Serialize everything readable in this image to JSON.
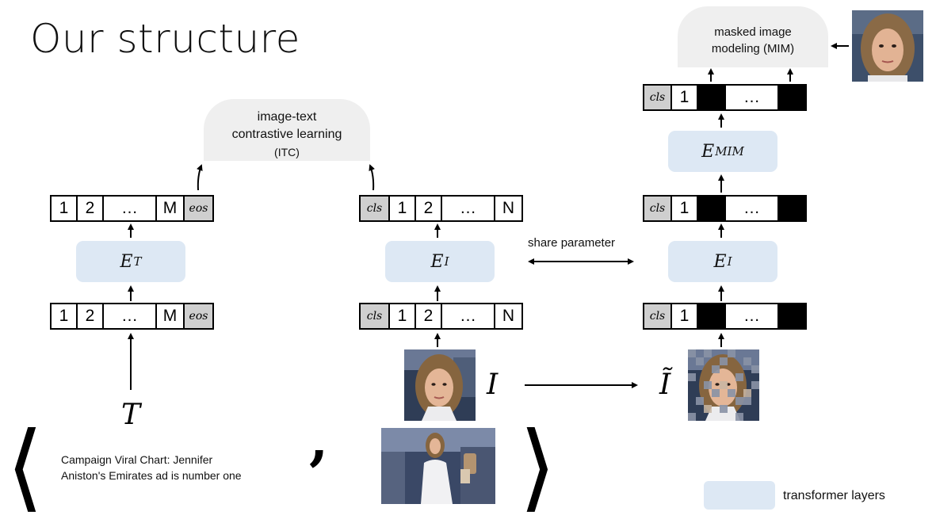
{
  "title": "Our structure",
  "itc": {
    "line1": "image-text",
    "line2": "contrastive learning",
    "line3": "(ITC)"
  },
  "mim": {
    "line1": "masked image",
    "line2": "modeling (MIM)"
  },
  "text_tokens": {
    "t1": "1",
    "t2": "2",
    "dots": "…",
    "last": "M",
    "special": "eos"
  },
  "image_tokens": {
    "special": "cls",
    "t1": "1",
    "t2": "2",
    "dots": "…",
    "last": "N"
  },
  "masked_tokens": {
    "special": "cls",
    "t1": "1",
    "dots": "…"
  },
  "encoders": {
    "text": "E",
    "text_sub": "T",
    "image": "E",
    "image_sub": "I",
    "mim": "E",
    "mim_sub": "MIM"
  },
  "share_label": "share parameter",
  "symbols": {
    "text": "T",
    "image": "I",
    "masked_image": "Ĩ"
  },
  "caption": {
    "line1": "Campaign Viral Chart: Jennifer",
    "line2": "Aniston's Emirates ad is number one"
  },
  "brackets": {
    "left": "⟨",
    "comma": ",",
    "right": "⟩"
  },
  "legend": {
    "label": "transformer layers"
  },
  "colors": {
    "encoder_fill": "#dde8f4",
    "objective_fill": "#efefef",
    "special_token_fill": "#cfcfcf",
    "mask_token_fill": "#000000"
  }
}
